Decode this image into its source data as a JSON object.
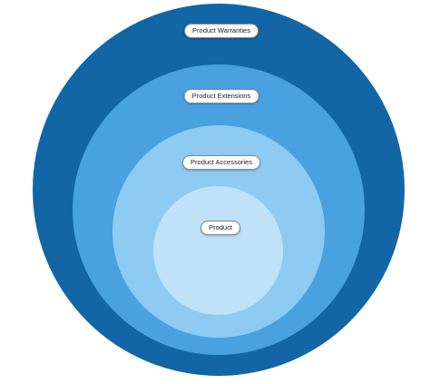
{
  "layers": [
    {
      "label": "Product Warranties",
      "color": "#1366a6"
    },
    {
      "label": "Product Extensions",
      "color": "#4aa1e0"
    },
    {
      "label": "Product Accessories",
      "color": "#8ecbf2"
    },
    {
      "label": "Product",
      "color": "#bfe2f9"
    }
  ]
}
